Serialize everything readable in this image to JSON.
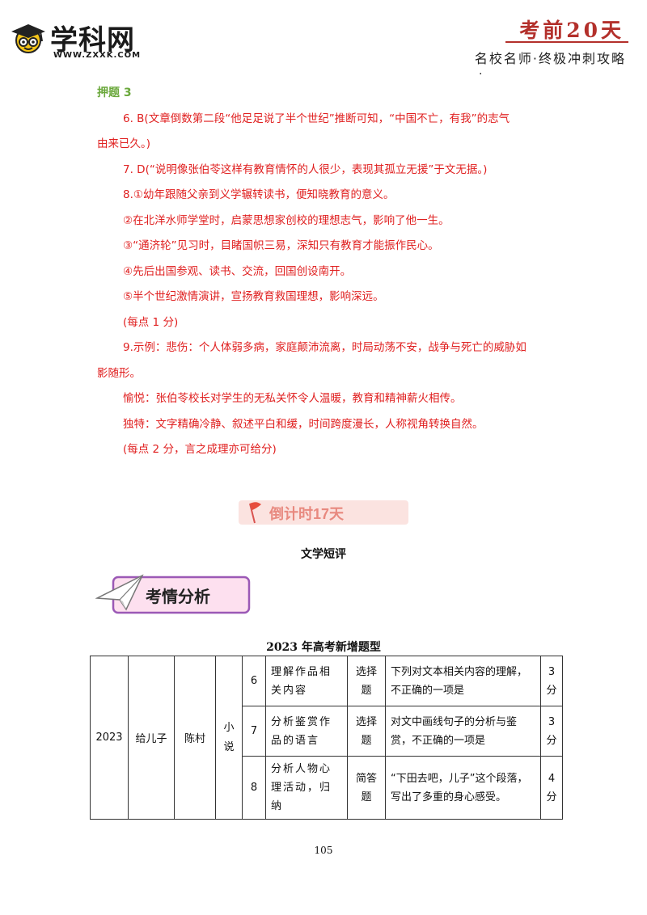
{
  "header": {
    "logo_text": "学科网",
    "logo_url": "WWW.ZXXK.COM",
    "title": "考前20天",
    "subtitle": "名校名师·终极冲刺攻略",
    "dot": "."
  },
  "section_label": "押题 3",
  "answers": [
    "6.  B(文章倒数第二段“他足足说了半个世纪”推断可知，“中国不亡，有我”的志气",
    "由来已久。)",
    "7.  D(“说明像张伯苓这样有教育情怀的人很少，表现其孤立无援”于文无据。)",
    "8.①幼年跟随父亲到义学辗转读书，便知晓教育的意义。",
    "②在北洋水师学堂时，启蒙思想家创校的理想志气，影响了他一生。",
    "③“通济轮”见习时，目睹国帜三易，深知只有教育才能振作民心。",
    "④先后出国参观、读书、交流，回国创设南开。",
    "⑤半个世纪激情演讲，宣扬教育救国理想，影响深远。",
    "(每点  1 分)",
    "9.示例：悲伤：个人体弱多病，家庭颠沛流离，时局动荡不安，战争与死亡的威胁如",
    "影随形。",
    "愉悦：张伯苓校长对学生的无私关怀令人温暖，教育和精神薪火相传。",
    "独特：文字精确冷静、叙述平白和缓，时间跨度漫长，人称视角转换自然。",
    "(每点 2 分，言之成理亦可给分)"
  ],
  "countdown_label": "倒计时17天",
  "essay_title": "文学短评",
  "analysis_label": "考情分析",
  "table": {
    "title": "2023 年高考新增题型",
    "year": "2023",
    "text_title": "给儿子",
    "author": "陈村",
    "genre": "小说",
    "rows": [
      {
        "num": "6",
        "skill": "理解作品相关内容",
        "type": "选择题",
        "desc": "下列对文本相关内容的理解，不正确的一项是",
        "score": "3分"
      },
      {
        "num": "7",
        "skill": "分析鉴赏作品的语言",
        "type": "选择题",
        "desc": "对文中画线句子的分析与鉴赏，不正确的一项是",
        "score": "3分"
      },
      {
        "num": "8",
        "skill": "分析人物心理活动，归纳",
        "type": "简答题",
        "desc": "“下田去吧，儿子”这个段落，写出了多重的身心感受。",
        "score": "4分"
      }
    ]
  },
  "page_number": "105",
  "colors": {
    "red": "#e02020",
    "green": "#6aa83b",
    "brand": "#b3302b",
    "purple": "#9b59b6"
  }
}
